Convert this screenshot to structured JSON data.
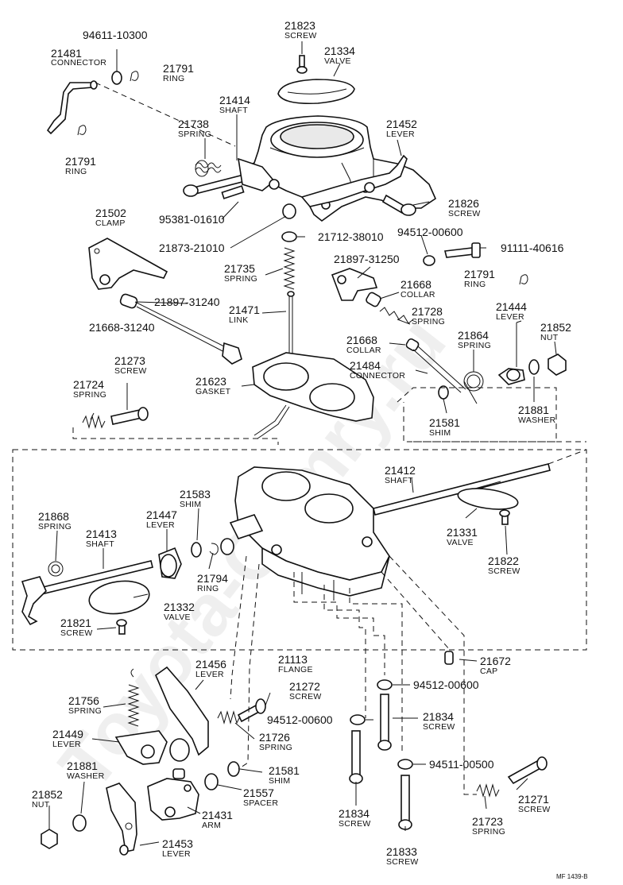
{
  "watermark": "Toyota-Camry.ru",
  "figure_code": "MF 1439-B",
  "labels": [
    {
      "num": "94611-10300"
    },
    {
      "num": "21481",
      "name": "CONNECTOR"
    },
    {
      "num": "21791",
      "name": "RING"
    },
    {
      "num": "21823",
      "name": "SCREW"
    },
    {
      "num": "21334",
      "name": "VALVE"
    },
    {
      "num": "21414",
      "name": "SHAFT"
    },
    {
      "num": "21738",
      "name": "SPRING"
    },
    {
      "num": "21791",
      "name": "RING"
    },
    {
      "num": "21452",
      "name": "LEVER"
    },
    {
      "num": "21502",
      "name": "CLAMP"
    },
    {
      "num": "95381-01610"
    },
    {
      "num": "21826",
      "name": "SCREW"
    },
    {
      "num": "21873-21010"
    },
    {
      "num": "94512-00600"
    },
    {
      "num": "21712-38010"
    },
    {
      "num": "91111-40616"
    },
    {
      "num": "21735",
      "name": "SPRING"
    },
    {
      "num": "21897-31250"
    },
    {
      "num": "21791",
      "name": "RING"
    },
    {
      "num": "21668",
      "name": "COLLAR"
    },
    {
      "num": "21897-31240"
    },
    {
      "num": "21668-31240"
    },
    {
      "num": "21471",
      "name": "LINK"
    },
    {
      "num": "21728",
      "name": "SPRING"
    },
    {
      "num": "21444",
      "name": "LEVER"
    },
    {
      "num": "21668",
      "name": "COLLAR"
    },
    {
      "num": "21864",
      "name": "SPRING"
    },
    {
      "num": "21852",
      "name": "NUT"
    },
    {
      "num": "21273",
      "name": "SCREW"
    },
    {
      "num": "21623",
      "name": "GASKET"
    },
    {
      "num": "21484",
      "name": "CONNECTOR"
    },
    {
      "num": "21724",
      "name": "SPRING"
    },
    {
      "num": "21881",
      "name": "WASHER"
    },
    {
      "num": "21581",
      "name": "SHIM"
    },
    {
      "num": "21412",
      "name": "SHAFT"
    },
    {
      "num": "21583",
      "name": "SHIM"
    },
    {
      "num": "21868",
      "name": "SPRING"
    },
    {
      "num": "21447",
      "name": "LEVER"
    },
    {
      "num": "21413",
      "name": "SHAFT"
    },
    {
      "num": "21331",
      "name": "VALVE"
    },
    {
      "num": "21822",
      "name": "SCREW"
    },
    {
      "num": "21794",
      "name": "RING"
    },
    {
      "num": "21332",
      "name": "VALVE"
    },
    {
      "num": "21821",
      "name": "SCREW"
    },
    {
      "num": "21113",
      "name": "FLANGE"
    },
    {
      "num": "21672",
      "name": "CAP"
    },
    {
      "num": "21456",
      "name": "LEVER"
    },
    {
      "num": "21272",
      "name": "SCREW"
    },
    {
      "num": "94512-00600"
    },
    {
      "num": "21756",
      "name": "SPRING"
    },
    {
      "num": "21834",
      "name": "SCREW"
    },
    {
      "num": "21449",
      "name": "LEVER"
    },
    {
      "num": "94512-00600"
    },
    {
      "num": "21726",
      "name": "SPRING"
    },
    {
      "num": "21881",
      "name": "WASHER"
    },
    {
      "num": "94511-00500"
    },
    {
      "num": "21581",
      "name": "SHIM"
    },
    {
      "num": "21852",
      "name": "NUT"
    },
    {
      "num": "21557",
      "name": "SPACER"
    },
    {
      "num": "21271",
      "name": "SCREW"
    },
    {
      "num": "21431",
      "name": "ARM"
    },
    {
      "num": "21834",
      "name": "SCREW"
    },
    {
      "num": "21723",
      "name": "SPRING"
    },
    {
      "num": "21453",
      "name": "LEVER"
    },
    {
      "num": "21833",
      "name": "SCREW"
    }
  ]
}
